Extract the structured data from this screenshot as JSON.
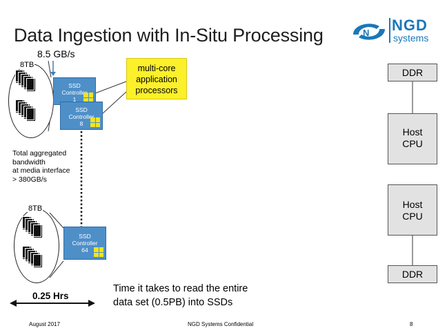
{
  "title": "Data Ingestion with In-Situ Processing",
  "logo": {
    "name": "NGD",
    "sub": "systems"
  },
  "bandwidth_label": "8.5 GB/s",
  "capacity_top": "8TB",
  "capacity_bottom": "8TB",
  "ssd1": {
    "line1": "SSD",
    "line2": "Controller",
    "line3": "1"
  },
  "ssd8": {
    "line1": "SSD",
    "line2": "Controller",
    "line3": "8"
  },
  "ssd64": {
    "line1": "SSD",
    "line2": "Controller",
    "line3": "64"
  },
  "callout": {
    "line1": "multi-core",
    "line2": "application",
    "line3": "processors"
  },
  "aggregate": {
    "line1": "Total aggregated",
    "line2": "bandwidth",
    "line3": "at media interface",
    "line4": "> 380GB/s"
  },
  "right_top": {
    "ddr": "DDR",
    "cpu_line1": "Host",
    "cpu_line2": "CPU"
  },
  "right_bottom": {
    "ddr": "DDR",
    "cpu_line1": "Host",
    "cpu_line2": "CPU"
  },
  "time_label": "0.25 Hrs",
  "time_text": {
    "line1": "Time it takes to read the entire",
    "line2": "data set (0.5PB) into SSDs"
  },
  "footer": {
    "date": "August 2017",
    "confidential": "NGD Systems Confidential",
    "page": "8"
  },
  "colors": {
    "ssd": "#4e8fc8",
    "callout": "#fbf02a",
    "logo": "#1a78b8",
    "box": "#e2e2e2"
  }
}
